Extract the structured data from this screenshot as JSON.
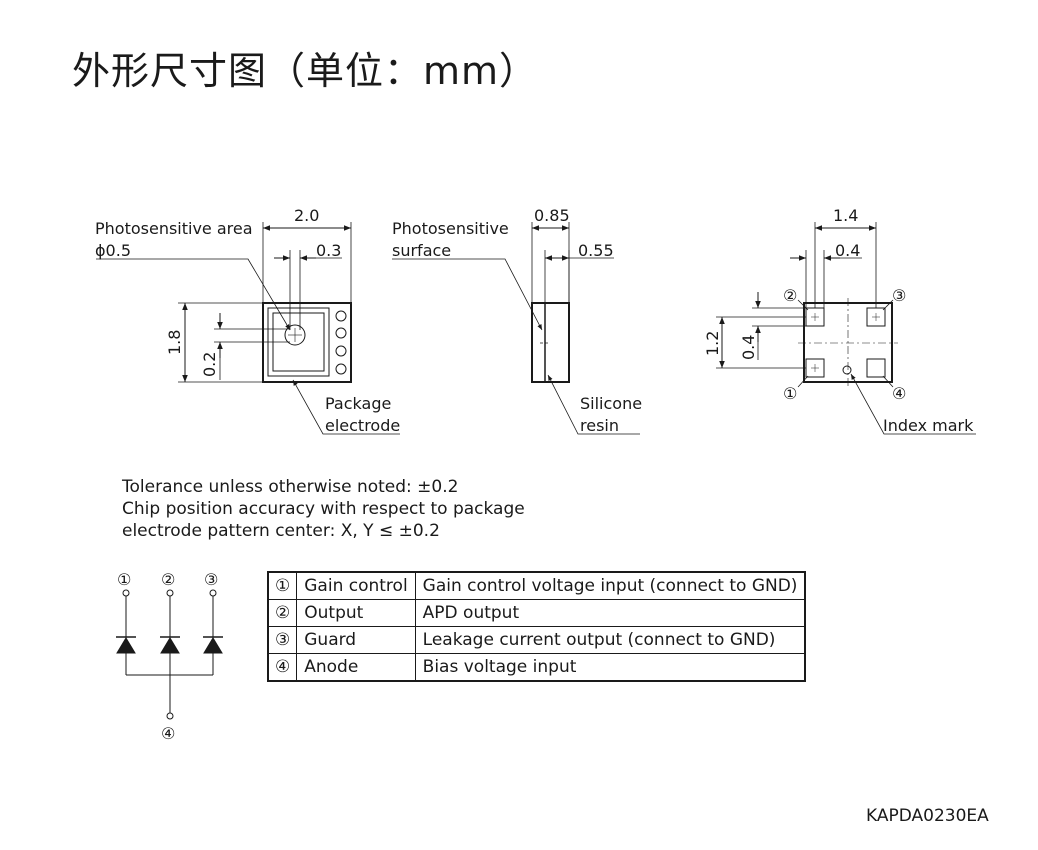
{
  "title": "外形尺寸图（单位：mm）",
  "front_view": {
    "photosensitive_area_label": "Photosensitive area",
    "photosensitive_area_diameter": "ϕ0.5",
    "width_dim": "2.0",
    "offset_dim": "0.3",
    "height_dim": "1.8",
    "vertical_offset_dim": "0.2",
    "package_label_line1": "Package",
    "package_label_line2": "electrode"
  },
  "side_view": {
    "surface_label_line1": "Photosensitive",
    "surface_label_line2": "surface",
    "thickness_dim": "0.85",
    "resin_dim": "0.55",
    "resin_label_line1": "Silicone",
    "resin_label_line2": "resin"
  },
  "bottom_view": {
    "pitch_dim": "1.4",
    "pad_dim": "0.4",
    "vertical_pitch_dim": "1.2",
    "vertical_pad_dim": "0.4",
    "pin1": "①",
    "pin2": "②",
    "pin3": "③",
    "pin4": "④",
    "index_label": "Index mark"
  },
  "notes": [
    "Tolerance unless otherwise noted: ±0.2",
    "Chip position accuracy with respect to package",
    "electrode pattern center: X, Y ≤ ±0.2"
  ],
  "schematic": {
    "pin1": "①",
    "pin2": "②",
    "pin3": "③",
    "pin4": "④"
  },
  "pin_table": [
    {
      "num": "①",
      "name": "Gain control",
      "desc": "Gain control voltage input (connect to GND)"
    },
    {
      "num": "②",
      "name": "Output",
      "desc": "APD output"
    },
    {
      "num": "③",
      "name": "Guard",
      "desc": "Leakage current output (connect to GND)"
    },
    {
      "num": "④",
      "name": "Anode",
      "desc": "Bias voltage input"
    }
  ],
  "drawing_code": "KAPDA0230EA"
}
